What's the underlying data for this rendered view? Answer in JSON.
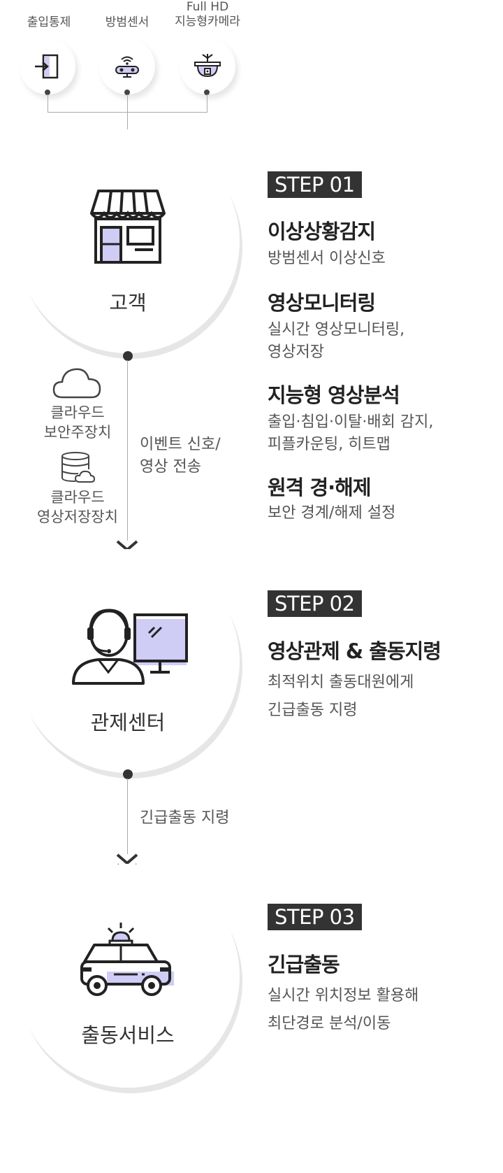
{
  "devices": [
    {
      "label": "출입통제",
      "icon": "door-entry-icon"
    },
    {
      "label": "방범센서",
      "icon": "security-sensor-icon"
    },
    {
      "label_line1": "Full HD",
      "label_line2": "지능형카메라",
      "icon": "dome-camera-icon"
    }
  ],
  "customer": {
    "label": "고객",
    "icon": "storefront-icon"
  },
  "cloud": {
    "security": {
      "line1": "클라우드",
      "line2": "보안주장치",
      "icon": "cloud-icon"
    },
    "storage": {
      "line1": "클라우드",
      "line2": "영상저장장치",
      "icon": "cloud-database-icon"
    }
  },
  "flow1": {
    "line1": "이벤트 신호/",
    "line2": "영상 전송"
  },
  "step1": {
    "badge": "STEP 01",
    "items": [
      {
        "title": "이상상황감지",
        "line1": "방범센서 이상신호",
        "line2": ""
      },
      {
        "title": "영상모니터링",
        "line1": "실시간 영상모니터링,",
        "line2": "영상저장"
      },
      {
        "title": "지능형 영상분석",
        "line1": "출입·침입·이탈·배회 감지,",
        "line2": "피플카운팅, 히트맵"
      },
      {
        "title": "원격 경·해제",
        "line1": "보안 경계/해제 설정",
        "line2": ""
      }
    ]
  },
  "control": {
    "label": "관제센터",
    "icon": "operator-monitor-icon"
  },
  "step2": {
    "badge": "STEP 02",
    "title": "영상관제 & 출동지령",
    "line1": "최적위치 출동대원에게",
    "line2": "긴급출동 지령"
  },
  "flow2": {
    "label": "긴급출동 지령"
  },
  "dispatch": {
    "label": "출동서비스",
    "icon": "patrol-car-icon"
  },
  "step3": {
    "badge": "STEP 03",
    "title": "긴급출동",
    "line1": "실시간 위치정보 활용해",
    "line2": "최단경로 분석/이동"
  },
  "colors": {
    "accent": "#cfcdf6",
    "dark": "#333333",
    "badge_bg": "#333333"
  }
}
